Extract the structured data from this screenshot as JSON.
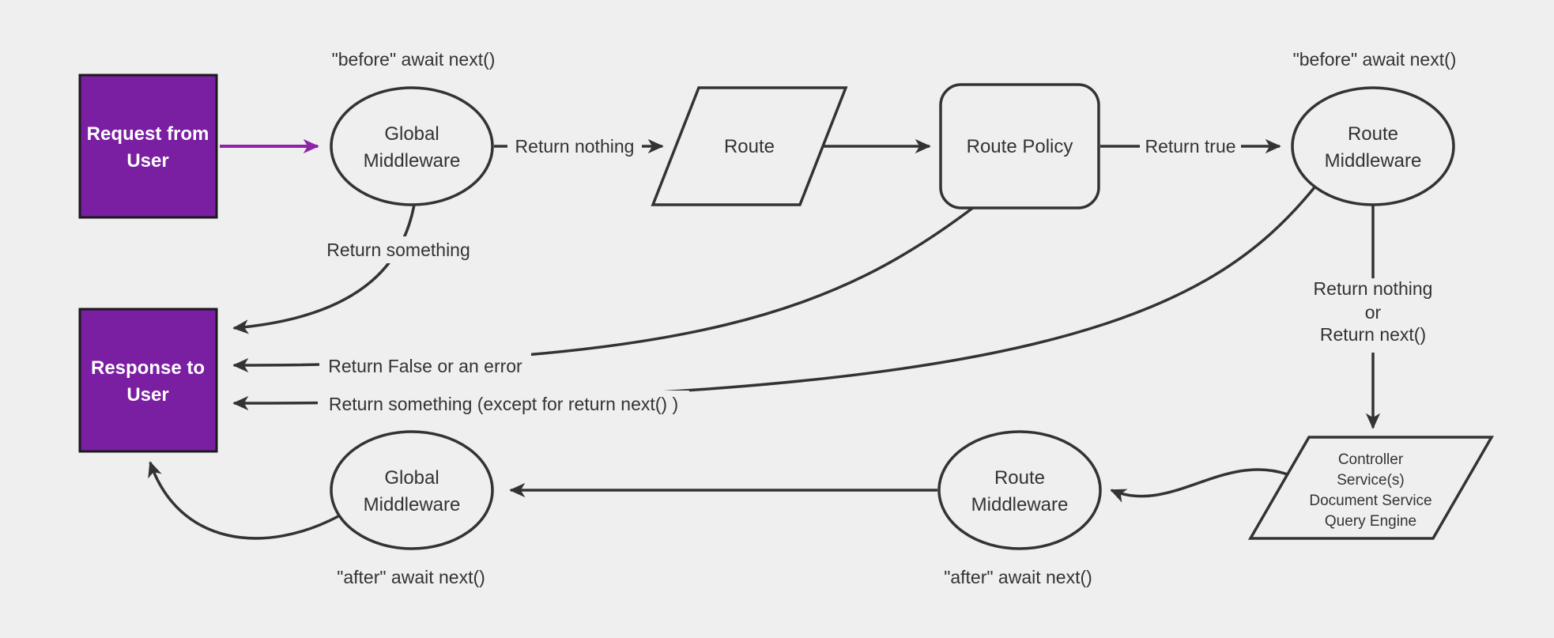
{
  "colors": {
    "background": "#efefef",
    "line": "#333333",
    "text": "#333333",
    "purple_box_fill": "#7b1fa2",
    "purple_box_border": "#1a1a1a",
    "purple_arrow": "#8e24aa",
    "box_text": "#ffffff"
  },
  "nodes": {
    "request_box": {
      "line1": "Request from",
      "line2": "User"
    },
    "global_middleware_top": {
      "line1": "Global",
      "line2": "Middleware"
    },
    "route": {
      "label": "Route"
    },
    "route_policy": {
      "label": "Route Policy"
    },
    "route_middleware_top": {
      "line1": "Route",
      "line2": "Middleware"
    },
    "controller_group": {
      "line1": "Controller",
      "line2": "Service(s)",
      "line3": "Document Service",
      "line4": "Query Engine"
    },
    "route_middleware_bottom": {
      "line1": "Route",
      "line2": "Middleware"
    },
    "global_middleware_bottom": {
      "line1": "Global",
      "line2": "Middleware"
    },
    "response_box": {
      "line1": "Response to",
      "line2": "User"
    }
  },
  "edge_labels": {
    "before_await_left": "\"before\" await next()",
    "before_await_right": "\"before\" await next()",
    "return_nothing": "Return nothing",
    "return_true": "Return true",
    "return_something": "Return something",
    "return_false_or_error": "Return False or an error",
    "return_something_except": "Return something (except for return next() )",
    "return_nothing_or": {
      "line1": "Return nothing",
      "line2": "or",
      "line3": "Return next()"
    },
    "after_await_left": "\"after\" await next()",
    "after_await_right": "\"after\" await next()"
  }
}
